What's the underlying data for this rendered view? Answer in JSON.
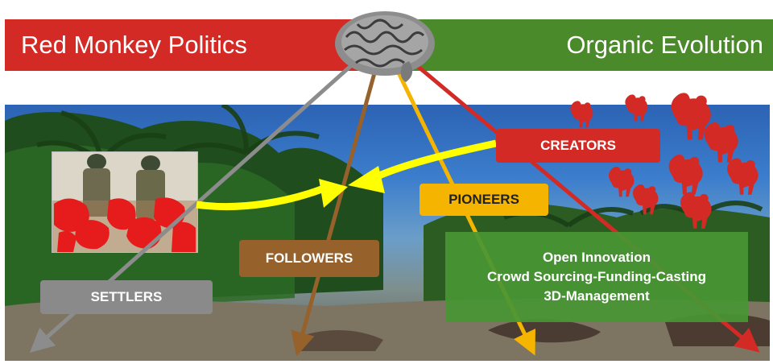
{
  "banner": {
    "left_title": "Red Monkey Politics",
    "right_title": "Organic Evolution",
    "left_color": "#d42a25",
    "right_color": "#4b8a2a"
  },
  "labels": {
    "creators": "CREATORS",
    "pioneers": "PIONEERS",
    "followers": "FOLLOWERS",
    "settlers": "SETTLERS"
  },
  "innovation_box": {
    "line1": "Open Innovation",
    "line2": "Crowd Sourcing-Funding-Casting",
    "line3": "3D-Management"
  },
  "arrow_colors": {
    "settlers": "#8c8c8c",
    "followers": "#96612a",
    "pioneers": "#f4b400",
    "creators": "#d42a25",
    "transfer": "#ffff00"
  },
  "images": {
    "brain": "brain-image",
    "soldiers": "soldiers-photo",
    "monkeys": "red-monkey-icon"
  }
}
